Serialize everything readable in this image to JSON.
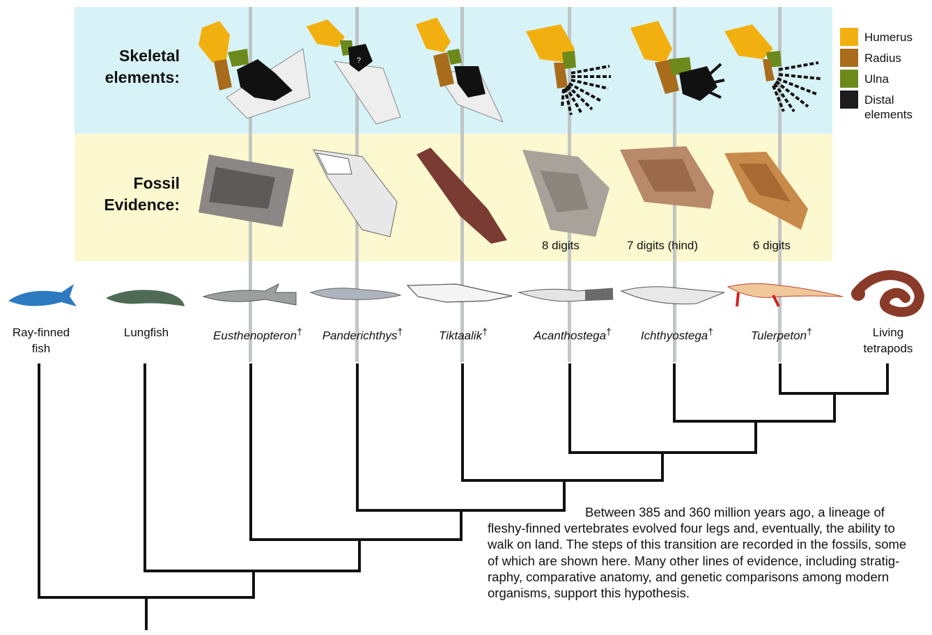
{
  "labels": {
    "skeletal": "Skeletal elements:",
    "fossil": "Fossil Evidence:"
  },
  "legend": [
    {
      "label": "Humerus",
      "color": "#f2b010"
    },
    {
      "label": "Radius",
      "color": "#a86c1c"
    },
    {
      "label": "Ulna",
      "color": "#6c8a1c"
    },
    {
      "label": "Distal elements",
      "color": "#1c1c1c"
    }
  ],
  "digits": {
    "acanthostega": "8 digits",
    "ichthyostega": "7 digits (hind)",
    "tulerpeton": "6 digits"
  },
  "taxa": [
    {
      "name": "Ray-finned fish",
      "extinct": false
    },
    {
      "name": "Lungfish",
      "extinct": false
    },
    {
      "name": "Eusthenopteron",
      "extinct": true
    },
    {
      "name": "Panderichthys",
      "extinct": true
    },
    {
      "name": "Tiktaalik",
      "extinct": true
    },
    {
      "name": "Acanthostega",
      "extinct": true
    },
    {
      "name": "Ichthyostega",
      "extinct": true
    },
    {
      "name": "Tulerpeton",
      "extinct": true
    },
    {
      "name": "Living tetrapods",
      "extinct": false
    }
  ],
  "dagger": "†",
  "caption": "Between 385 and 360 million years ago, a lineage of fleshy-finned vertebrates evolved four legs and, eventually, the ability to walk on land. The steps of this transition are recorded in the fossils, some of which are shown here. Many other lines of evidence, including stratig-raphy, comparative anatomy, and genetic comparisons among modern organisms, support this hypothesis.",
  "colors": {
    "skeletal_band": "#d8f3f7",
    "fossil_band": "#fcf8cf",
    "tree_line": "#111111"
  }
}
